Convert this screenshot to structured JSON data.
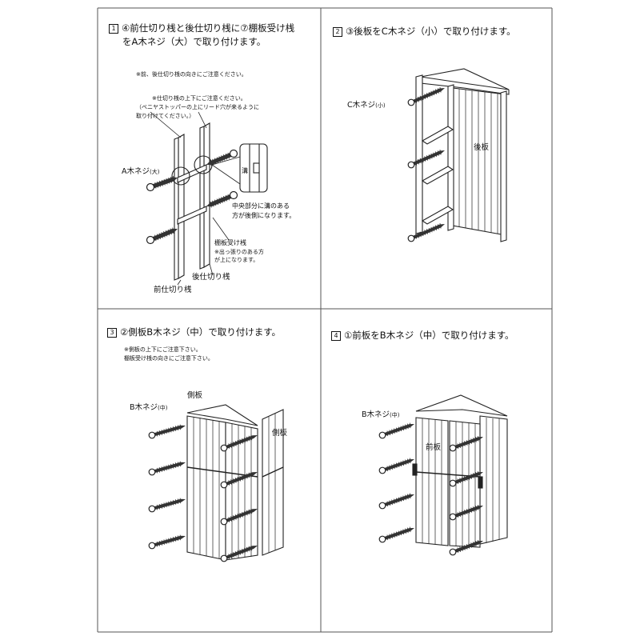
{
  "panels": {
    "p1": {
      "num": "1",
      "title_line1": "④前仕切り桟と後仕切り桟に⑦棚板受け桟",
      "title_line2": "をA木ネジ（大）で取り付けます。",
      "note_main": "※前、後仕切り桟の向きにご注意ください。",
      "note_sub1": "※仕切り桟の上下にご注意ください。",
      "note_sub2": "（ベニヤストッパーの上にリード穴が来るように",
      "note_sub3": "取り付けてください。）",
      "screw_label": "A木ネジ",
      "screw_size": "(大)",
      "groove_label": "溝",
      "center_note1": "中央部分に溝のある",
      "center_note2": "方が後側になります。",
      "shelf_label": "棚板受け桟",
      "shelf_note1": "※出っ張りのある方",
      "shelf_note2": "が上になります。",
      "rear_label": "後仕切り桟",
      "front_label": "前仕切り桟"
    },
    "p2": {
      "num": "2",
      "title": "③後板をC木ネジ（小）で取り付けます。",
      "screw_label": "C木ネジ",
      "screw_size": "(小)",
      "back_label": "後板"
    },
    "p3": {
      "num": "3",
      "title": "②側板B木ネジ（中）で取り付けます。",
      "note1": "※側板の上下にご注意下さい。",
      "note2": "棚板受け桟の向きにご注意下さい。",
      "screw_label": "B木ネジ",
      "screw_size": "(中)",
      "side_label_a": "側板",
      "side_label_b": "側板"
    },
    "p4": {
      "num": "4",
      "title": "①前板をB木ネジ（中）で取り付けます。",
      "screw_label": "B木ネジ",
      "screw_size": "(中)",
      "front_label": "前板"
    }
  },
  "colors": {
    "line": "#222222",
    "frame": "#555555",
    "screw": "#333333"
  }
}
